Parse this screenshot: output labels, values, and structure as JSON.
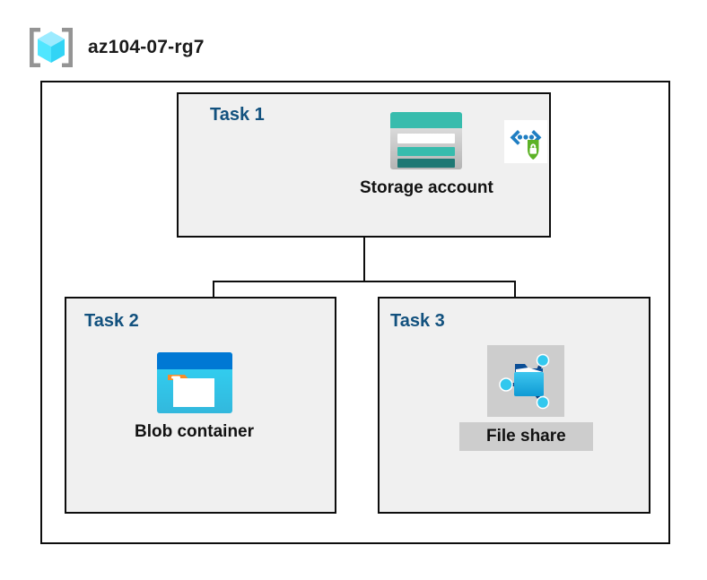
{
  "header": {
    "icon": "resource-group-icon",
    "title": "az104-07-rg7"
  },
  "colors": {
    "task_label": "#12517e",
    "box_border": "#0d0d0d",
    "task_fill": "#f0f0f0",
    "rg_fill": "#ffffff",
    "storage_teal": "#37bcad",
    "storage_teal_dark": "#1d7874",
    "blob_blue": "#0078d4",
    "blob_cyan": "#32c8f0",
    "blob_orange": "#f78d28",
    "fileshare_blue": "#32bde8",
    "fileshare_navy": "#0b4e96",
    "shield_green": "#5cb226",
    "chevron_blue": "#1f7ec2",
    "highlight_gray": "#cdcdcd",
    "rg_cube_cyan": "#50e6ff",
    "rg_bracket_gray": "#949494"
  },
  "tasks": [
    {
      "id": "task1",
      "label": "Task 1",
      "node_caption": "Storage account",
      "icons": [
        "storage-account-icon",
        "secure-endpoint-shield-icon"
      ],
      "highlighted": false
    },
    {
      "id": "task2",
      "label": "Task 2",
      "node_caption": "Blob container",
      "icons": [
        "blob-container-icon"
      ],
      "highlighted": false
    },
    {
      "id": "task3",
      "label": "Task 3",
      "node_caption": "File share",
      "icons": [
        "file-share-icon"
      ],
      "highlighted": true
    }
  ],
  "connectors": [
    {
      "name": "storage-to-bus",
      "from": "Storage account",
      "to": "branch-bus"
    },
    {
      "name": "bus-to-blob-container",
      "from": "branch-bus",
      "to": "Blob container"
    },
    {
      "name": "bus-to-file-share",
      "from": "branch-bus",
      "to": "File share"
    }
  ]
}
